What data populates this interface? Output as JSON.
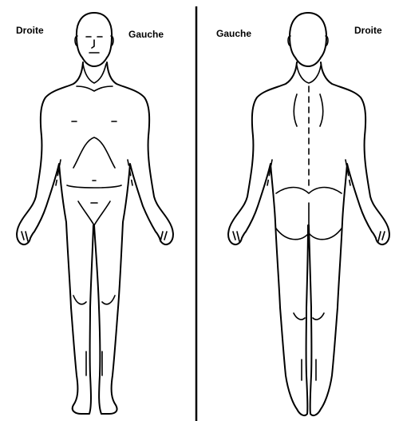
{
  "front_view": {
    "right_label": "Droite",
    "left_label": "Gauche"
  },
  "back_view": {
    "left_label": "Gauche",
    "right_label": "Droite"
  }
}
